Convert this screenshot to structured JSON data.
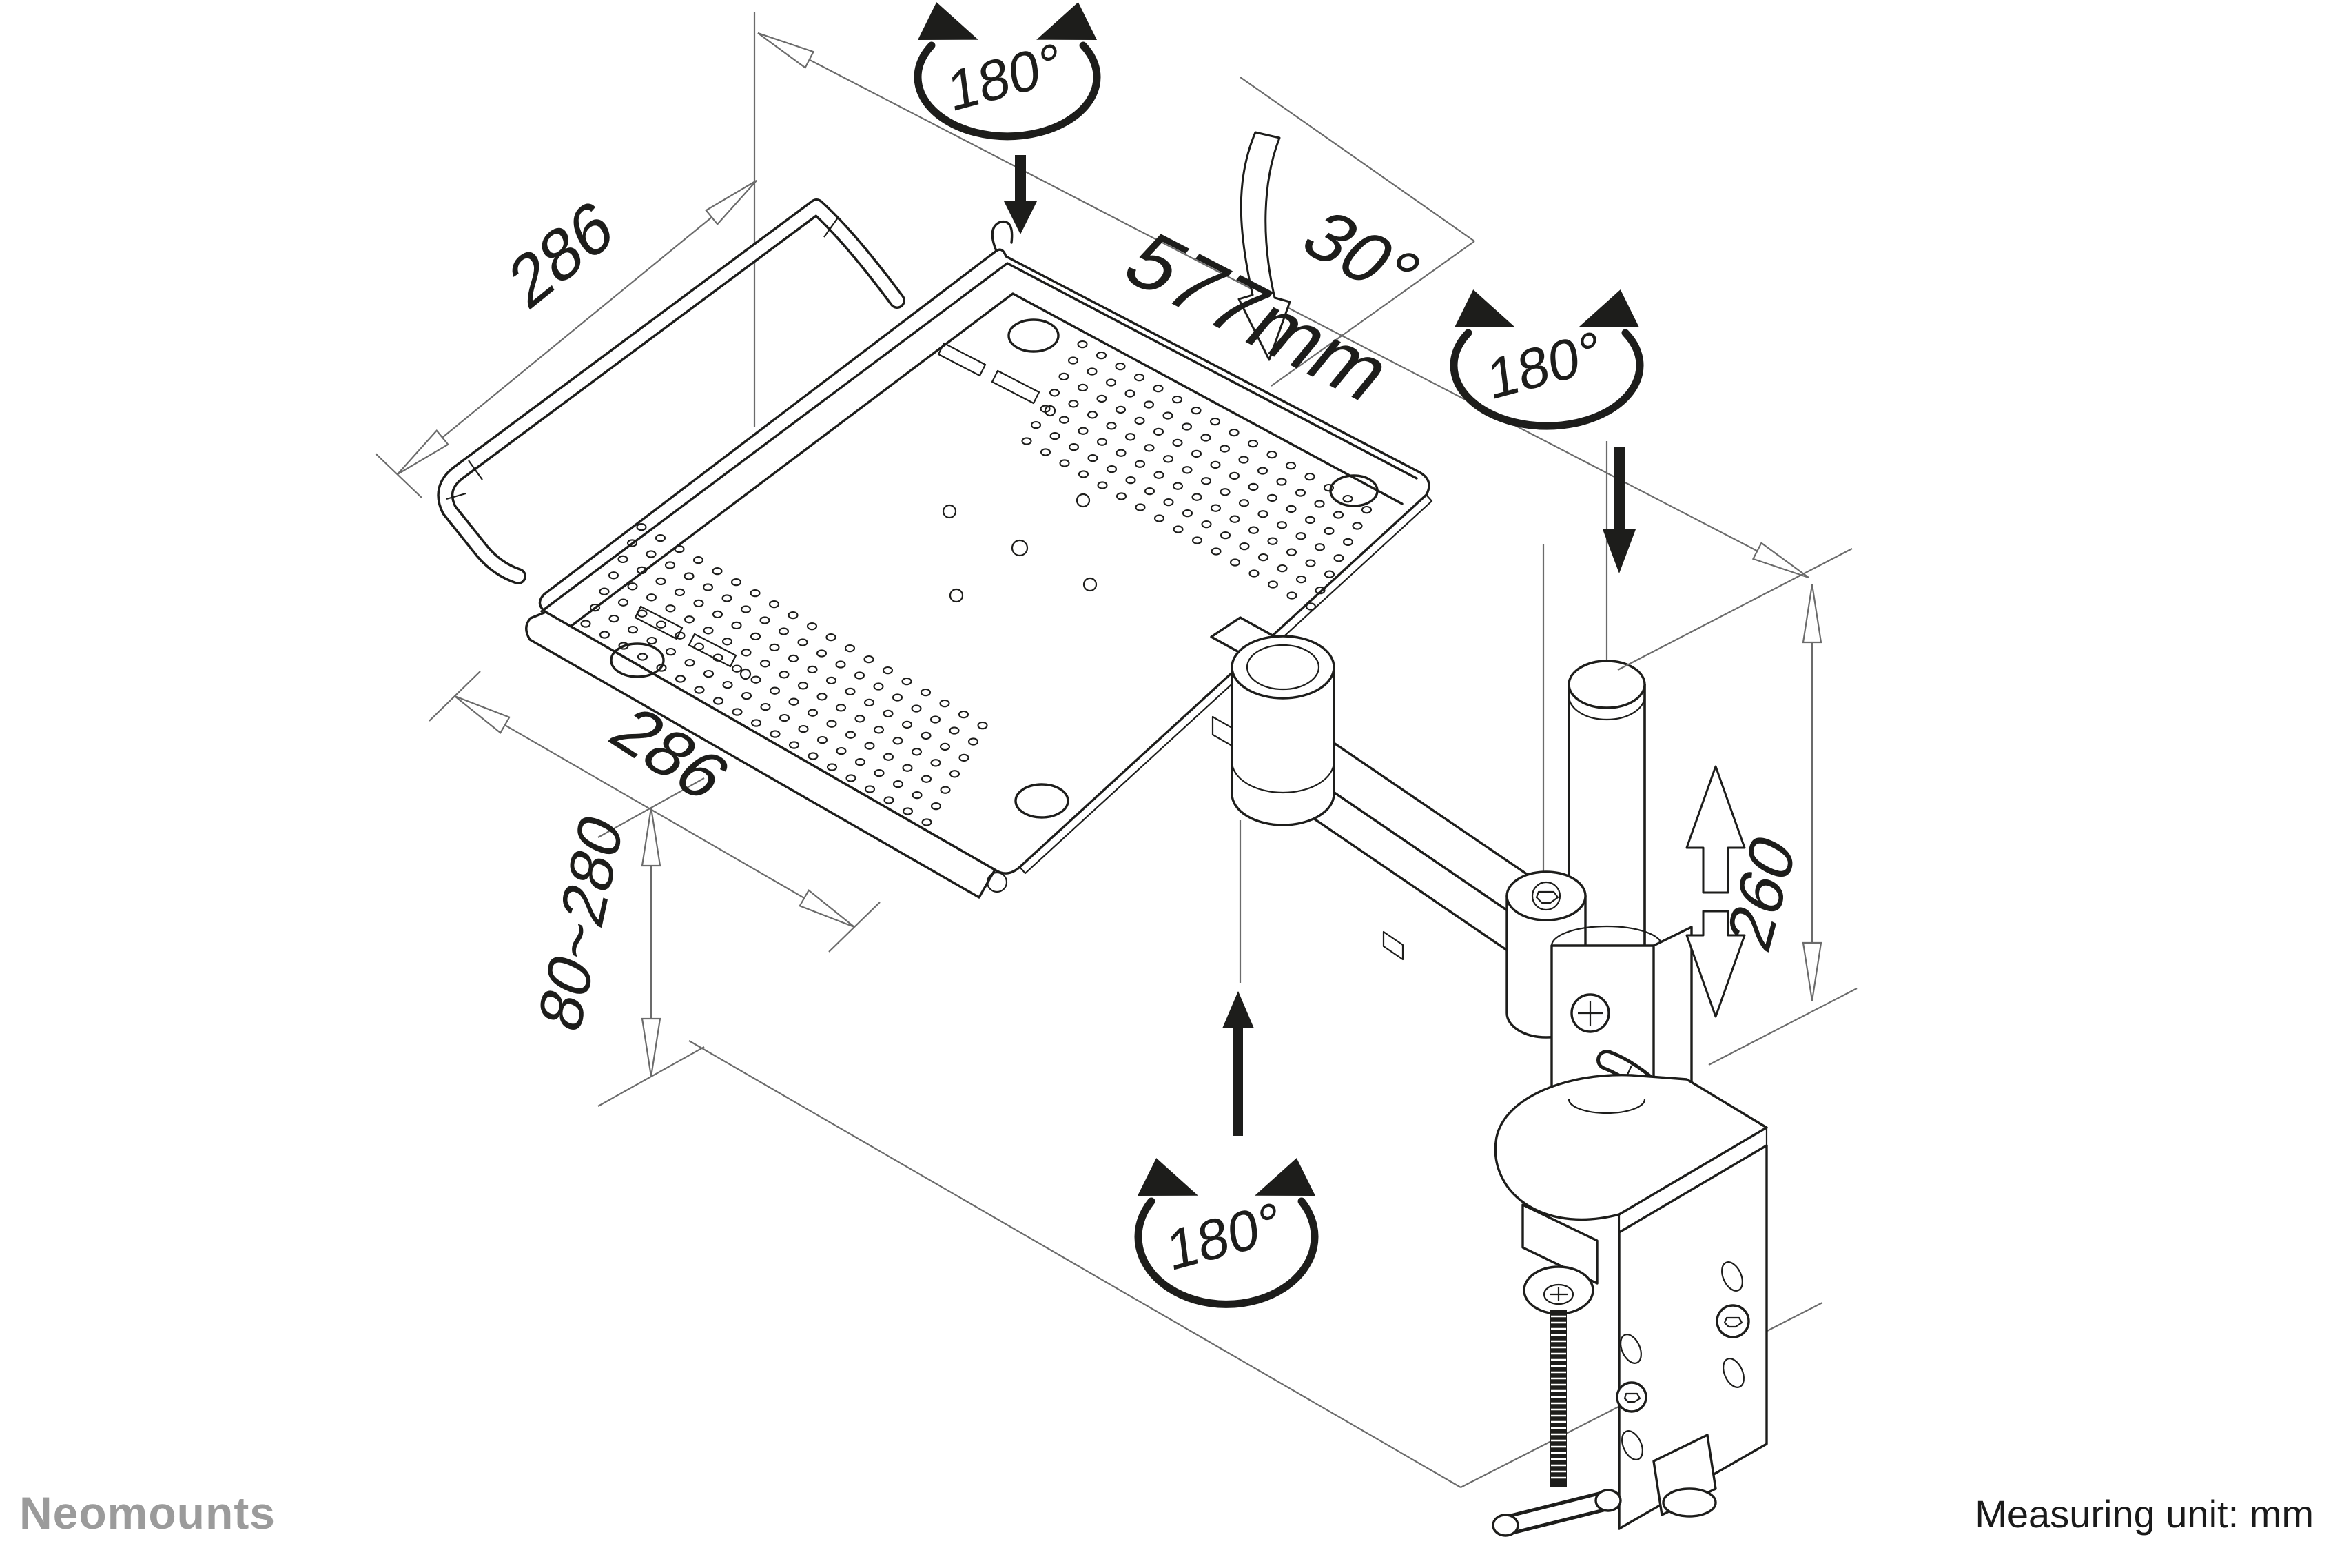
{
  "drawing": {
    "type": "product-dimension-diagram",
    "product": "notebook / laptop desk mount with clamp",
    "background": "#ffffff",
    "line_color": "#1d1d1b",
    "dimension_line_color": "#6b6b6b",
    "measuring_unit": "mm"
  },
  "annotations": {
    "rotation_tray": "180°",
    "rotation_pole": "180°",
    "rotation_arm": "180°",
    "tilt_angle": "30°",
    "total_width": "577mm",
    "tray_depth_top": "286",
    "tray_depth_front": "286",
    "height_range": "80~280",
    "pole_height": "260"
  },
  "footer": {
    "logo": "Neomounts",
    "measuring_unit_label": "Measuring unit: mm",
    "logo_color": "#9b9b9b"
  }
}
